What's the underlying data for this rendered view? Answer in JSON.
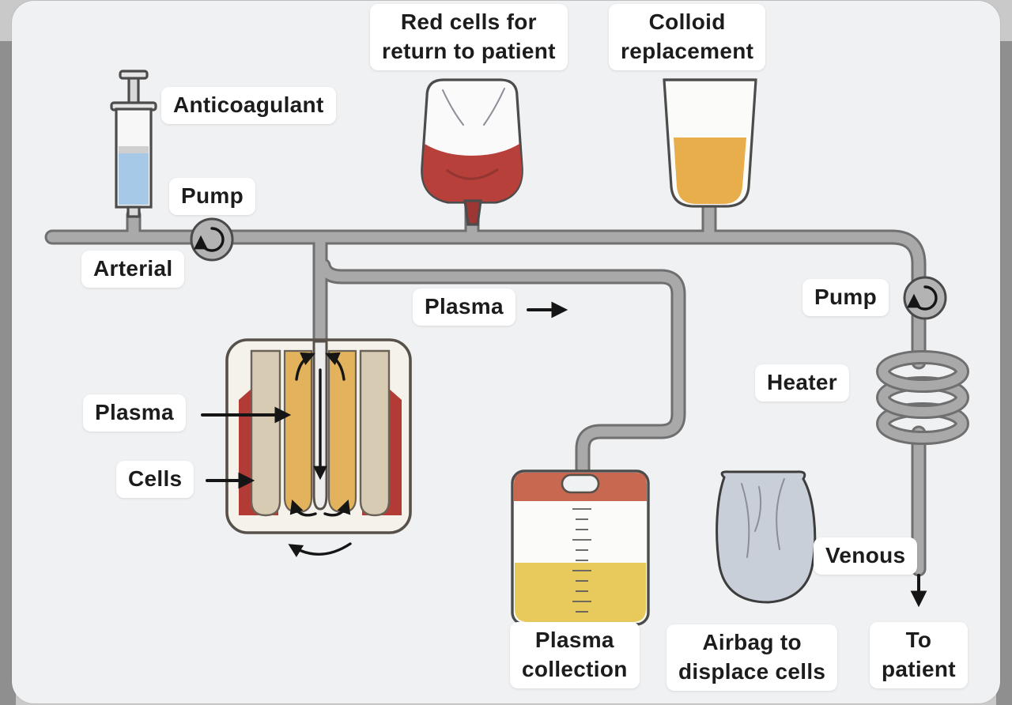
{
  "diagram": {
    "labels": {
      "red_cells": "Red cells for\nreturn to patient",
      "colloid": "Colloid\nreplacement",
      "anticoagulant": "Anticoagulant",
      "pump_left": "Pump",
      "arterial": "Arterial",
      "plasma_flow": "Plasma",
      "pump_right": "Pump",
      "heater": "Heater",
      "plasma_side": "Plasma",
      "cells": "Cells",
      "venous": "Venous",
      "plasma_collection": "Plasma\ncollection",
      "airbag": "Airbag to\ndisplace cells",
      "to_patient": "To\npatient"
    },
    "colors": {
      "background": "#f0f1f3",
      "frame_gray": "#8f8f8f",
      "tube_fill": "#a9a9a9",
      "tube_outline": "#6f6f6f",
      "blood_red": "#b8403a",
      "blood_port_red": "#9d3733",
      "colloid_amber": "#e7ae4b",
      "plasma_yellow": "#e8c95c",
      "anticoagulant_blue": "#a5c9e6",
      "airbag_gray": "#c9cfd9",
      "cells_red": "#b23c35",
      "column_amber": "#e2b35c",
      "column_beige": "#d8cbb4",
      "separator_body": "#f5f2ec",
      "collection_band": "#c86851",
      "label_bg": "#ffffff"
    }
  }
}
